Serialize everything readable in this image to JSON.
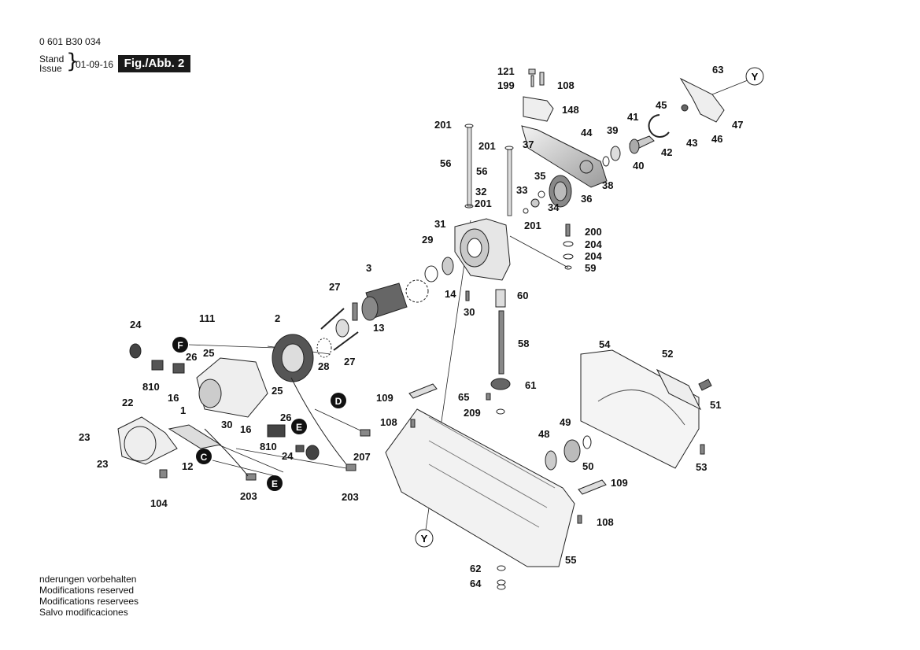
{
  "header": {
    "doc_number": "0 601 B30 034",
    "stand": "Stand",
    "issue": "Issue",
    "brace": "}",
    "date": "01-09-16",
    "figure": "Fig./Abb. 2"
  },
  "footer": {
    "lines": [
      "nderungen vorbehalten",
      "Modifications reserved",
      "Modifications reservees",
      "Salvo modificaciones"
    ]
  },
  "callouts": [
    {
      "id": "Y",
      "label": "Y"
    },
    {
      "id": "F",
      "label": "F"
    },
    {
      "id": "D",
      "label": "D"
    },
    {
      "id": "E",
      "label": "E"
    },
    {
      "id": "C",
      "label": "C"
    }
  ],
  "part_labels": [
    "121",
    "199",
    "108",
    "148",
    "201",
    "56",
    "32",
    "33",
    "35",
    "36",
    "34",
    "37",
    "44",
    "39",
    "41",
    "40",
    "42",
    "38",
    "45",
    "63",
    "47",
    "46",
    "43",
    "31",
    "200",
    "204",
    "59",
    "29",
    "14",
    "30",
    "60",
    "3",
    "27",
    "13",
    "111",
    "2",
    "24",
    "26",
    "25",
    "28",
    "810",
    "16",
    "1",
    "22",
    "23",
    "12",
    "104",
    "203",
    "207",
    "58",
    "61",
    "65",
    "109",
    "209",
    "48",
    "49",
    "50",
    "54",
    "52",
    "51",
    "53",
    "62",
    "64",
    "55"
  ]
}
